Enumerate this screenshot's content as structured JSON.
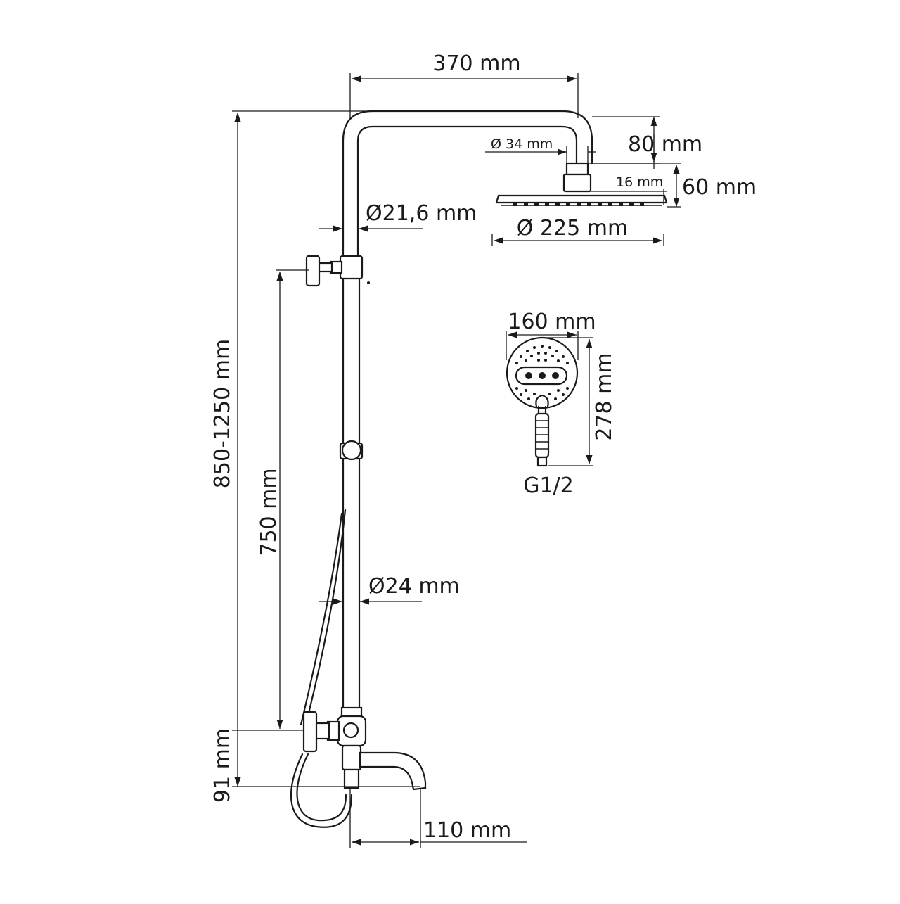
{
  "dimensions": {
    "arm_length": "370 mm",
    "head_drop": "80 mm",
    "connector_diameter": "Ø 34 mm",
    "head_height": "60 mm",
    "head_thickness": "16 mm",
    "head_diameter": "Ø 225 mm",
    "upper_pipe_diameter": "Ø21,6 mm",
    "lower_pipe_diameter": "Ø24 mm",
    "total_height": "850-1250 mm",
    "handshower_height": "750 mm",
    "spout_height": "91 mm",
    "spout_reach": "110 mm",
    "handshower_width": "160 mm",
    "handshower_length": "278 mm",
    "thread": "G1/2"
  },
  "colors": {
    "line": "#1a1a1a",
    "background": "#ffffff"
  }
}
